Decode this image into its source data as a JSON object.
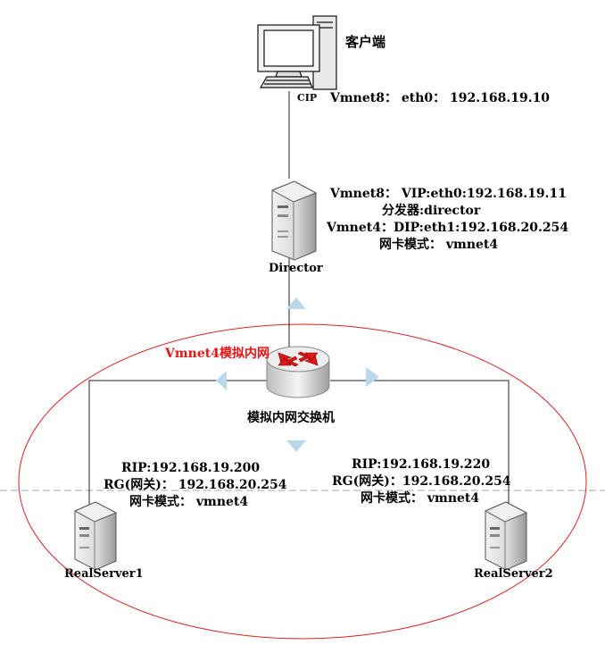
{
  "nodes": {
    "client": {
      "label": "客户端",
      "cip": "CIP",
      "info": "Vmnet8： eth0： 192.168.19.10"
    },
    "director": {
      "label": "Director",
      "lines": [
        "Vmnet8： VIP:eth0:192.168.19.11",
        "分发器:director",
        "Vmnet4：DIP:eth1:192.168.20.254",
        "网卡模式： vmnet4"
      ]
    },
    "switch": {
      "label": "模拟内网交换机",
      "network": "Vmnet4模拟内网"
    },
    "realserver1": {
      "label": "RealServer1",
      "lines": [
        "RIP:192.168.19.200",
        "RG(网关)： 192.168.20.254",
        "网卡模式： vmnet4"
      ]
    },
    "realserver2": {
      "label": "RealServer2",
      "lines": [
        "RIP:192.168.19.220",
        "RG(网关)：192.168.20.254",
        "网卡模式： vmnet4"
      ]
    }
  },
  "colors": {
    "line": "#222222",
    "network_ellipse": "#e02020",
    "arrow_light": "#b9d8ea",
    "router_arrow": "#e01818",
    "dashed_divider": "#aaaaaa"
  }
}
